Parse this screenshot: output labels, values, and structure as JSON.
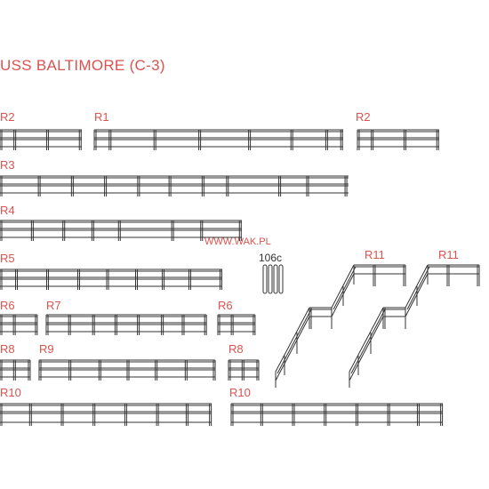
{
  "sheet": {
    "title": "USS BALTIMORE (C-3)",
    "url": "WWW.WAK.PL",
    "accent_color": "#d9534f",
    "line_color": "#333333"
  },
  "labels": {
    "r2_left": "R2",
    "r1": "R1",
    "r2_right": "R2",
    "r3": "R3",
    "r4": "R4",
    "r5": "R5",
    "r6_left": "R6",
    "r7": "R7",
    "r6_right": "R6",
    "r8_left": "R8",
    "r9": "R9",
    "r8_right": "R8",
    "r10_left": "R10",
    "r10_right": "R10",
    "r11_left": "R11",
    "r11_right": "R11",
    "part_106c": "106c"
  }
}
